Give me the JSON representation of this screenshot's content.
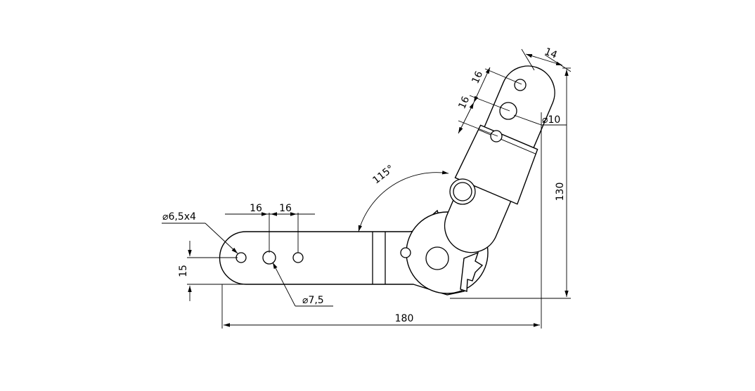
{
  "drawing": {
    "dimensions": {
      "overall_width": "180",
      "overall_height": "130",
      "arm_width": "14",
      "top_spacing_1": "16",
      "top_spacing_2": "16",
      "top_large_hole": "10",
      "angle": "115°",
      "bottom_spacing_1": "16",
      "bottom_spacing_2": "16",
      "small_holes": "6,5x4",
      "bottom_large_hole": "7,5",
      "bar_height": "15"
    },
    "diameter_symbol": "⌀"
  }
}
